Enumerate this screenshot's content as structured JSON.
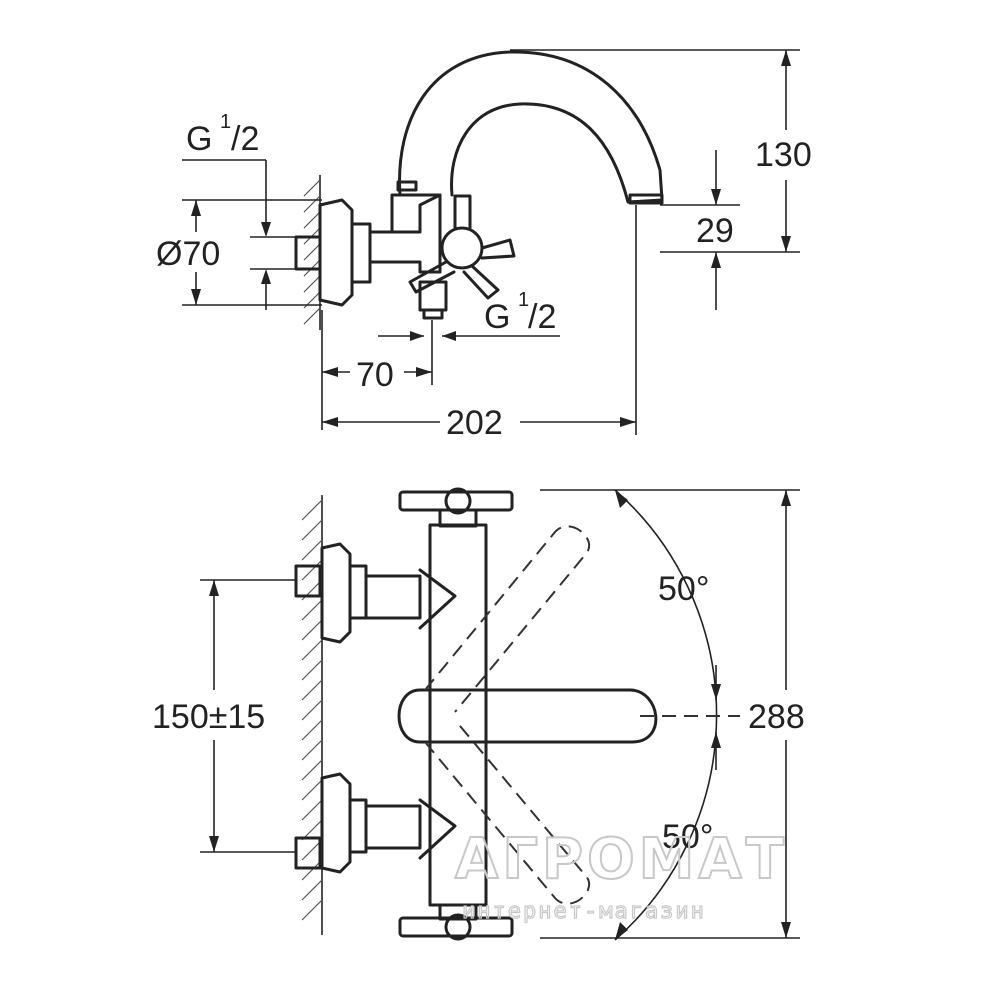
{
  "top_view": {
    "g_thread_left": {
      "main": "G",
      "sup": "1",
      "frac": "/2"
    },
    "diameter": "Ø70",
    "g_thread_right": {
      "main": "G",
      "sup": "1",
      "frac": "/2"
    },
    "dim_70": "70",
    "dim_202": "202",
    "dim_130": "130",
    "dim_29": "29"
  },
  "front_view": {
    "dim_150": "150±15",
    "dim_288": "288",
    "angle_top": "50°",
    "angle_bottom": "50°"
  },
  "watermark": {
    "brand": "АГРОМАТ",
    "tagline": "интернет-магазин"
  }
}
